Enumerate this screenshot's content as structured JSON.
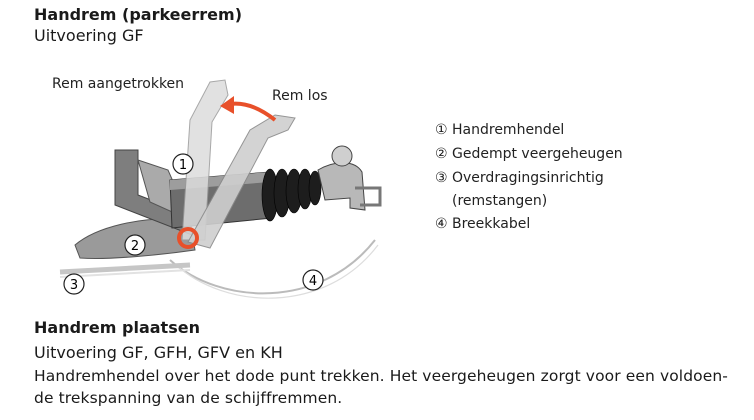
{
  "section1": {
    "title": "Handrem (parkeerrem)",
    "subtitle": "Uitvoering GF"
  },
  "figure": {
    "label_engaged": "Rem aangetrokken",
    "label_released": "Rem los",
    "callouts": [
      "1",
      "2",
      "3",
      "4"
    ],
    "arrow_color": "#e8502a"
  },
  "legend": {
    "items": [
      "① Handremhendel",
      "② Gedempt veergeheugen",
      "③ Overdragingsinrichtig",
      "(remstangen)",
      "④ Breekkabel"
    ]
  },
  "section2": {
    "title": "Handrem plaatsen",
    "subtitle": "Uitvoering GF, GFH, GFV en KH",
    "text_line1": "Handremhendel over het dode punt trekken. Het veergeheugen zorgt voor een voldoen-",
    "text_line2": "de trekspanning van de schijffremmen."
  }
}
